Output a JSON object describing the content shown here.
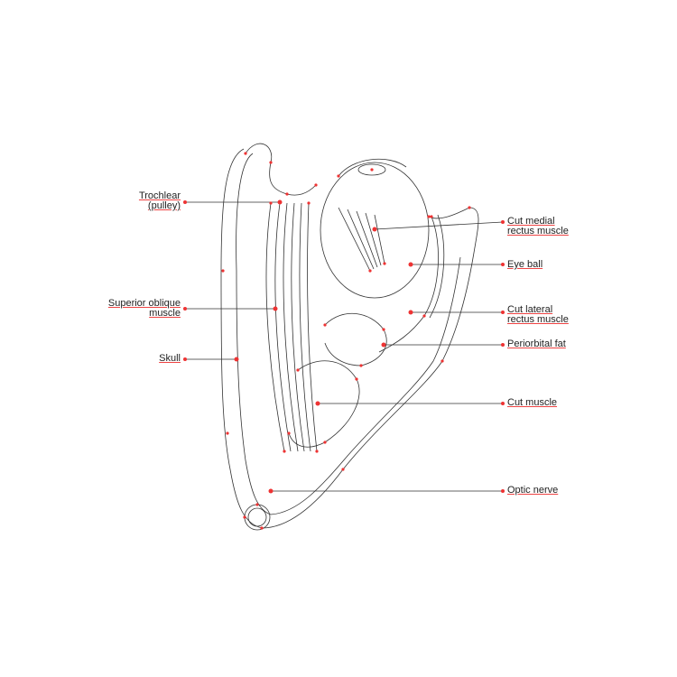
{
  "labels": {
    "trochlear": [
      "Trochlear",
      "(pulley)"
    ],
    "superior_oblique": [
      "Superior oblique",
      "muscle"
    ],
    "skull": [
      "Skull"
    ],
    "cut_medial_rectus": [
      "Cut medial",
      "rectus muscle"
    ],
    "eye_ball": [
      "Eye ball"
    ],
    "cut_lateral_rectus": [
      "Cut lateral",
      "rectus muscle"
    ],
    "periorbital_fat": [
      "Periorbital fat"
    ],
    "cut_muscle": [
      "Cut muscle"
    ],
    "optic_nerve": [
      "Optic nerve"
    ]
  },
  "colors": {
    "outline": "#333333",
    "anchor": "#ee3333"
  }
}
